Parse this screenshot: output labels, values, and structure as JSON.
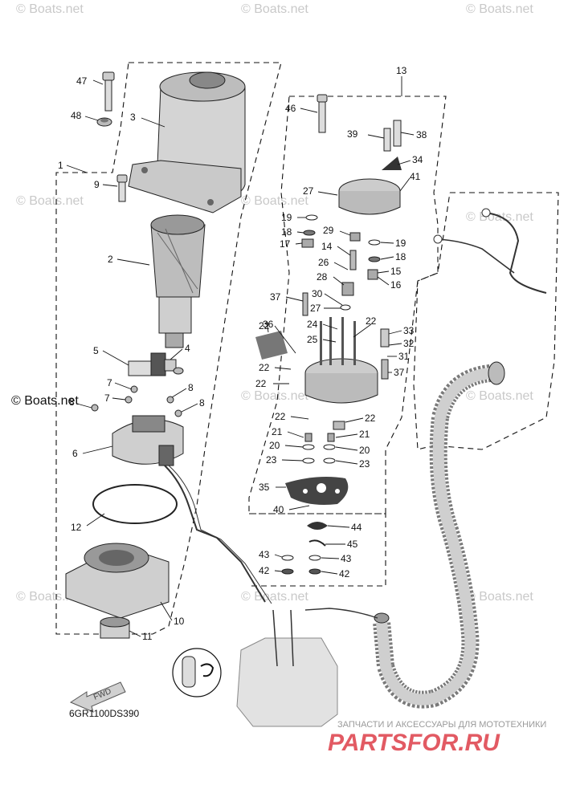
{
  "watermarks": {
    "site": "© Boats.net"
  },
  "diagram_code": "6GR1100DS390",
  "fwd_label": "FWD",
  "footer": {
    "tagline": "ЗАПЧАСТИ И АКСЕССУАРЫ ДЛЯ МОТОТЕХНИКИ",
    "brand": "PARTSFOR.RU"
  },
  "callouts": {
    "c47": "47",
    "c48": "48",
    "c3": "3",
    "c1": "1",
    "c9": "9",
    "c2": "2",
    "c5": "5",
    "c4": "4",
    "c7a": "7",
    "c7b": "7",
    "c8a": "8",
    "c8b": "8",
    "c8c": "8",
    "c6": "6",
    "c12": "12",
    "c10": "10",
    "c11": "11",
    "c13": "13",
    "c46": "46",
    "c39": "39",
    "c38": "38",
    "c34": "34",
    "c41": "41",
    "c27a": "27",
    "c19a": "19",
    "c18a": "18",
    "c29": "29",
    "c19b": "19",
    "c17": "17",
    "c14": "14",
    "c18b": "18",
    "c26": "26",
    "c15": "15",
    "c28": "28",
    "c16": "16",
    "c37a": "37",
    "c30": "30",
    "c27b": "27",
    "c36": "36",
    "c24": "24",
    "c22a": "22",
    "c22b": "22",
    "c33": "33",
    "c25": "25",
    "c32": "32",
    "c22c": "22",
    "c31": "31",
    "c22d": "22",
    "c37b": "37",
    "c22e": "22",
    "c22f": "22",
    "c21a": "21",
    "c21b": "21",
    "c20a": "20",
    "c20b": "20",
    "c23a": "23",
    "c23b": "23",
    "c35": "35",
    "c40": "40",
    "c44": "44",
    "c45": "45",
    "c43a": "43",
    "c43b": "43",
    "c42a": "42",
    "c42b": "42"
  }
}
